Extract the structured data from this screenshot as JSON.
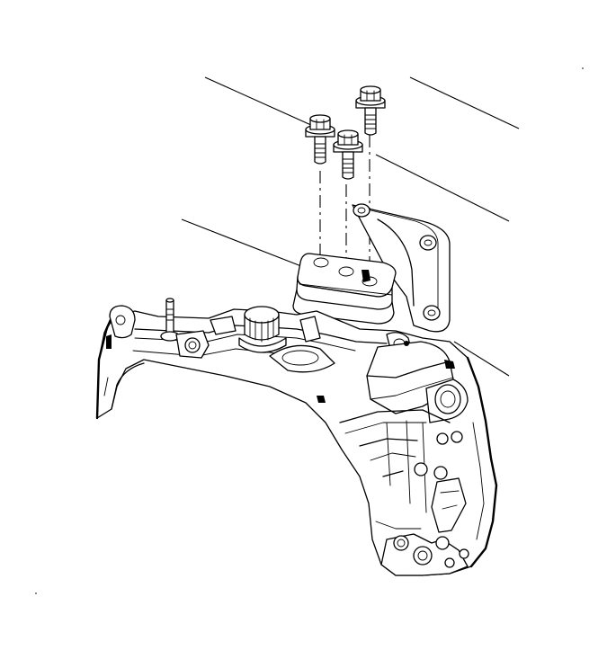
{
  "diagram": {
    "components": {
      "bolts": {
        "count": 3
      },
      "spacer_holes": {
        "count": 3
      }
    },
    "leader_lines": {
      "count": 5
    },
    "colors": {
      "line": "#000000",
      "background": "#ffffff"
    }
  }
}
